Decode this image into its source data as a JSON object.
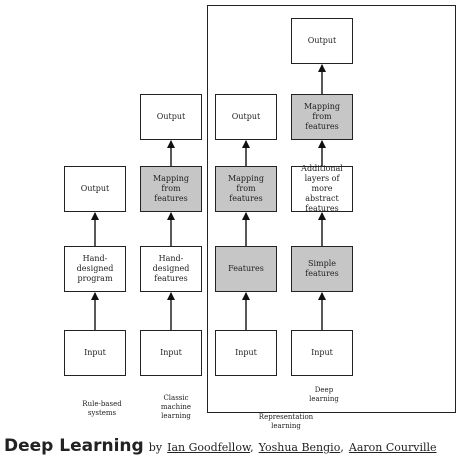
{
  "diagram": {
    "columns": [
      {
        "id": "rule",
        "caption": [
          "Rule-based",
          "systems"
        ],
        "nodes": [
          {
            "label": [
              "Output"
            ],
            "shaded": false
          },
          {
            "label": [
              "Hand-",
              "designed",
              "program"
            ],
            "shaded": false
          },
          {
            "label": [
              "Input"
            ],
            "shaded": false
          }
        ]
      },
      {
        "id": "classic",
        "caption": [
          "Classic",
          "machine",
          "learning"
        ],
        "nodes": [
          {
            "label": [
              "Output"
            ],
            "shaded": false
          },
          {
            "label": [
              "Mapping from",
              "features"
            ],
            "shaded": true
          },
          {
            "label": [
              "Hand-",
              "designed",
              "features"
            ],
            "shaded": false
          },
          {
            "label": [
              "Input"
            ],
            "shaded": false
          }
        ]
      },
      {
        "id": "repr",
        "caption": [],
        "nodes": [
          {
            "label": [
              "Output"
            ],
            "shaded": false
          },
          {
            "label": [
              "Mapping from",
              "features"
            ],
            "shaded": true
          },
          {
            "label": [
              "Features"
            ],
            "shaded": true
          },
          {
            "label": [
              "Input"
            ],
            "shaded": false
          }
        ]
      },
      {
        "id": "deep",
        "caption": [
          "Deep",
          "learning"
        ],
        "nodes": [
          {
            "label": [
              "Output"
            ],
            "shaded": false
          },
          {
            "label": [
              "Mapping from",
              "features"
            ],
            "shaded": true
          },
          {
            "label": [
              "Additional",
              "layers of more",
              "abstract",
              "features"
            ],
            "shaded": false
          },
          {
            "label": [
              "Simple",
              "features"
            ],
            "shaded": true
          },
          {
            "label": [
              "Input"
            ],
            "shaded": false
          }
        ]
      }
    ],
    "group_caption": [
      "Representation",
      "learning"
    ]
  },
  "credit": {
    "title": "Deep Learning",
    "by": "by",
    "authors": [
      "Ian Goodfellow",
      "Yoshua Bengio",
      "Aaron Courville"
    ]
  }
}
